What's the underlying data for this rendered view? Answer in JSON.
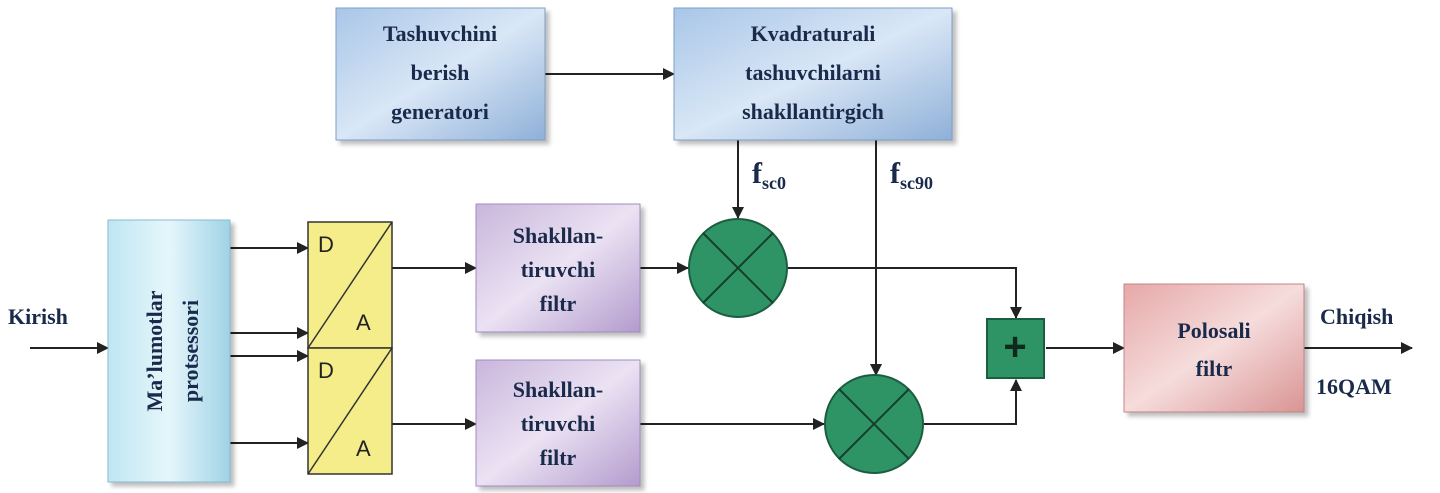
{
  "blocks": {
    "carrier_generator": {
      "lines": [
        "Tashuvchini",
        "berish",
        "generatori"
      ]
    },
    "quadrature_former": {
      "lines": [
        "Kvadraturali",
        "tashuvchilarni",
        "shakllantirgich"
      ]
    },
    "data_processor": {
      "lines": [
        "Ma’lumotlar",
        "protsessori"
      ]
    },
    "dac_top": {
      "d": "D",
      "a": "A"
    },
    "dac_bottom": {
      "d": "D",
      "a": "A"
    },
    "shaping_filter_top": {
      "lines": [
        "Shakllan-",
        "tiruvchi",
        "filtr"
      ]
    },
    "shaping_filter_bottom": {
      "lines": [
        "Shakllan-",
        "tiruvchi",
        "filtr"
      ]
    },
    "bandpass_filter": {
      "lines": [
        "Polosali",
        "filtr"
      ]
    },
    "adder": {
      "symbol": "+"
    }
  },
  "signals": {
    "fsc0": {
      "main": "f",
      "sub": "sc0"
    },
    "fsc90": {
      "main": "f",
      "sub": "sc90"
    }
  },
  "io": {
    "input": "Kirish",
    "output": "Chiqish",
    "output_type": "16QAM"
  }
}
